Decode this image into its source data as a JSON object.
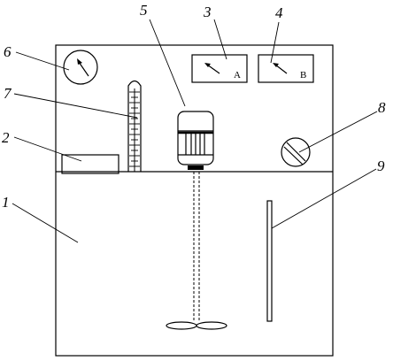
{
  "diagram": {
    "labels": {
      "l1": "1",
      "l2": "2",
      "l3": "3",
      "l4": "4",
      "l5": "5",
      "l6": "6",
      "l7": "7",
      "l8": "8",
      "l9": "9"
    },
    "meters": {
      "a": "A",
      "b": "B"
    }
  }
}
